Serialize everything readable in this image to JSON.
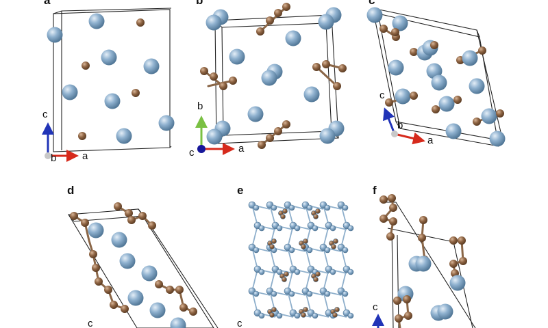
{
  "panels": [
    {
      "label": "a",
      "axes": [
        "c",
        "b",
        "a"
      ]
    },
    {
      "label": "b",
      "axes": [
        "b",
        "c",
        "a"
      ]
    },
    {
      "label": "c",
      "axes": [
        "c",
        "b",
        "a"
      ]
    },
    {
      "label": "d",
      "axes": [
        "c"
      ]
    },
    {
      "label": "e",
      "axes": [
        "c"
      ]
    },
    {
      "label": "f",
      "axes": [
        "c"
      ]
    }
  ],
  "atoms": {
    "large": {
      "name": "large-atom",
      "color": "#7fa3c3"
    },
    "small": {
      "name": "small-atom",
      "color": "#8b6142"
    }
  },
  "axis_colors": {
    "a": "#d62a1c",
    "b": "#7ac043",
    "c": "#2134b7",
    "origin": "#c8c8c8"
  }
}
